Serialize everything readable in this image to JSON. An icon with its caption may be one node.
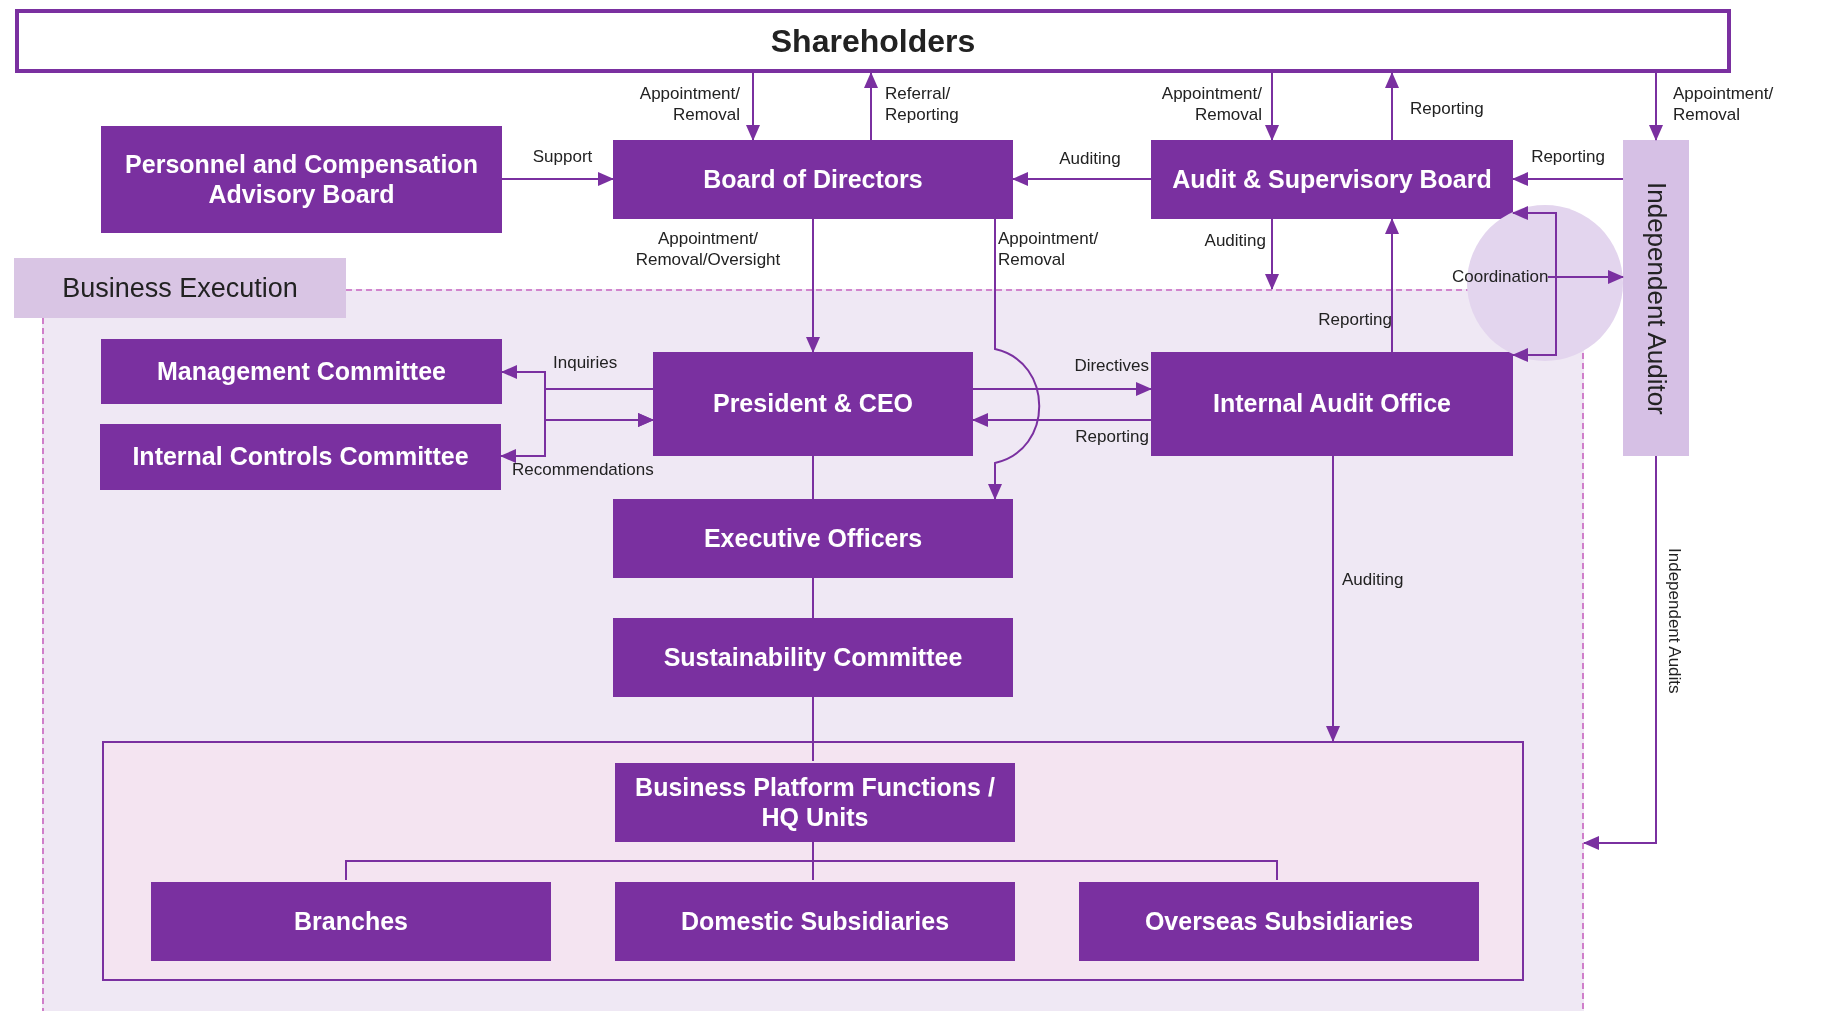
{
  "diagram": {
    "nodes": [
      {
        "text": [
          "Shareholders"
        ]
      },
      {
        "text": [
          "Personnel and Compensation Advisory Board"
        ]
      },
      {
        "text": [
          "Board of Directors"
        ]
      },
      {
        "text": [
          "Audit & Supervisory Board"
        ]
      },
      {
        "text": [
          "Independent Auditor"
        ]
      },
      {
        "text": [
          "Coordination"
        ]
      },
      {
        "text": [
          "Business Execution"
        ]
      },
      {
        "text": [
          "Management Committee"
        ],
        "in": 6
      },
      {
        "text": [
          "Internal Controls Committee"
        ],
        "in": 6
      },
      {
        "text": [
          "President & CEO"
        ],
        "in": 6
      },
      {
        "text": [
          "Internal Audit Office"
        ],
        "in": 6
      },
      {
        "text": [
          "Executive Officers"
        ],
        "in": 6
      },
      {
        "text": [
          "Sustainability Committee"
        ],
        "in": 6
      },
      {
        "text": [],
        "shape": "box",
        "in": 6
      },
      {
        "text": [
          "Business Platform Functions / HQ Units"
        ],
        "in": 13
      },
      {
        "text": [
          "Branches"
        ],
        "in": 13
      },
      {
        "text": [
          "Domestic Subsidiaries"
        ],
        "in": 13
      },
      {
        "text": [
          "Overseas Subsidiaries"
        ],
        "in": 13
      }
    ],
    "edges": [
      {
        "from": 0,
        "to": 2,
        "arrow": "to",
        "label": "Appointment/ Removal"
      },
      {
        "from": 2,
        "to": 0,
        "arrow": "to",
        "label": "Referral/ Reporting"
      },
      {
        "from": 0,
        "to": 3,
        "arrow": "to",
        "label": "Appointment/ Removal"
      },
      {
        "from": 3,
        "to": 0,
        "arrow": "to",
        "label": "Reporting"
      },
      {
        "from": 0,
        "to": 4,
        "arrow": "to",
        "label": "Appointment/ Removal"
      },
      {
        "from": 1,
        "to": 2,
        "arrow": "to",
        "label": "Support"
      },
      {
        "from": 3,
        "to": 2,
        "arrow": "to",
        "label": "Auditing"
      },
      {
        "from": 4,
        "to": 3,
        "arrow": "to",
        "label": "Reporting"
      },
      {
        "from": 2,
        "to": 9,
        "arrow": "to",
        "label": "Appointment/ Removal/Oversight"
      },
      {
        "from": 2,
        "to": 11,
        "arrow": "to",
        "label": "Appointment/ Removal"
      },
      {
        "from": 3,
        "to": 6,
        "arrow": "to",
        "label": "Auditing"
      },
      {
        "from": 10,
        "to": 3,
        "arrow": "to",
        "label": "Reporting"
      },
      {
        "from": 3,
        "to": 10,
        "arrow": "both"
      },
      {
        "from": 5,
        "to": 4,
        "arrow": "to"
      },
      {
        "from": 9,
        "to": 7,
        "arrow": "to",
        "label": "Inquiries"
      },
      {
        "from": 9,
        "to": 8,
        "arrow": "to"
      },
      {
        "from": 7,
        "to": 9,
        "arrow": "to"
      },
      {
        "from": 8,
        "to": 9,
        "arrow": "to",
        "label": "Recommendations"
      },
      {
        "from": 9,
        "to": 10,
        "arrow": "to",
        "label": "Directives"
      },
      {
        "from": 10,
        "to": 9,
        "arrow": "to",
        "label": "Reporting"
      },
      {
        "from": 9,
        "to": 11,
        "arrow": "none"
      },
      {
        "from": 11,
        "to": 12,
        "arrow": "none"
      },
      {
        "from": 12,
        "to": 14,
        "arrow": "none"
      },
      {
        "from": 14,
        "to": 15,
        "arrow": "none"
      },
      {
        "from": 14,
        "to": 16,
        "arrow": "none"
      },
      {
        "from": 14,
        "to": 17,
        "arrow": "none"
      },
      {
        "from": 10,
        "to": 13,
        "arrow": "to",
        "label": "Auditing"
      },
      {
        "from": 4,
        "to": 6,
        "arrow": "to",
        "label": "Independent Audits"
      }
    ]
  }
}
